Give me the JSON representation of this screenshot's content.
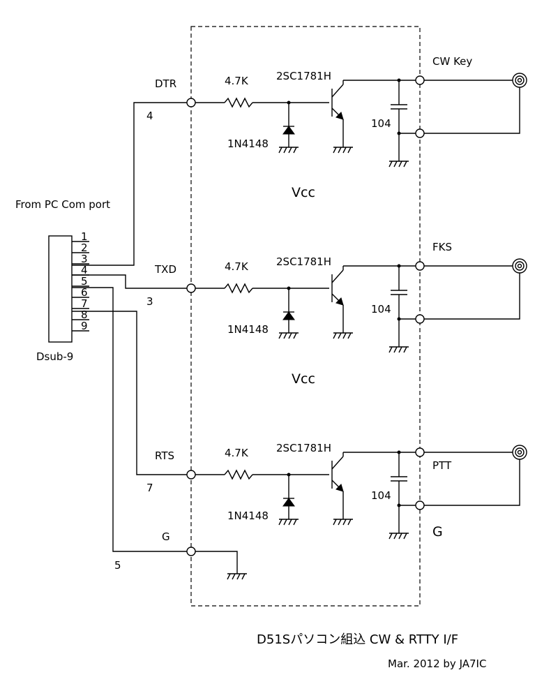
{
  "source_label": "From PC Com port",
  "connector": {
    "name": "Dsub-9",
    "pins": [
      "1",
      "2",
      "3",
      "4",
      "5",
      "6",
      "7",
      "8",
      "9"
    ]
  },
  "stages": [
    {
      "signal": "DTR",
      "pin": "4",
      "resistor": "4.7K",
      "diode": "1N4148",
      "transistor": "2SC1781H",
      "capacitor": "104",
      "output": "CW Key"
    },
    {
      "signal": "TXD",
      "pin": "3",
      "resistor": "4.7K",
      "diode": "1N4148",
      "transistor": "2SC1781H",
      "capacitor": "104",
      "output": "FKS"
    },
    {
      "signal": "RTS",
      "pin": "7",
      "resistor": "4.7K",
      "diode": "1N4148",
      "transistor": "2SC1781H",
      "capacitor": "104",
      "output": "PTT"
    }
  ],
  "vcc_labels": [
    "Vcc",
    "Vcc"
  ],
  "ground": {
    "signal": "G",
    "pin": "5",
    "right_label": "G"
  },
  "title": "D51Sパソコン組込 CW & RTTY I/F",
  "subtitle": "Mar. 2012 by JA7IC"
}
